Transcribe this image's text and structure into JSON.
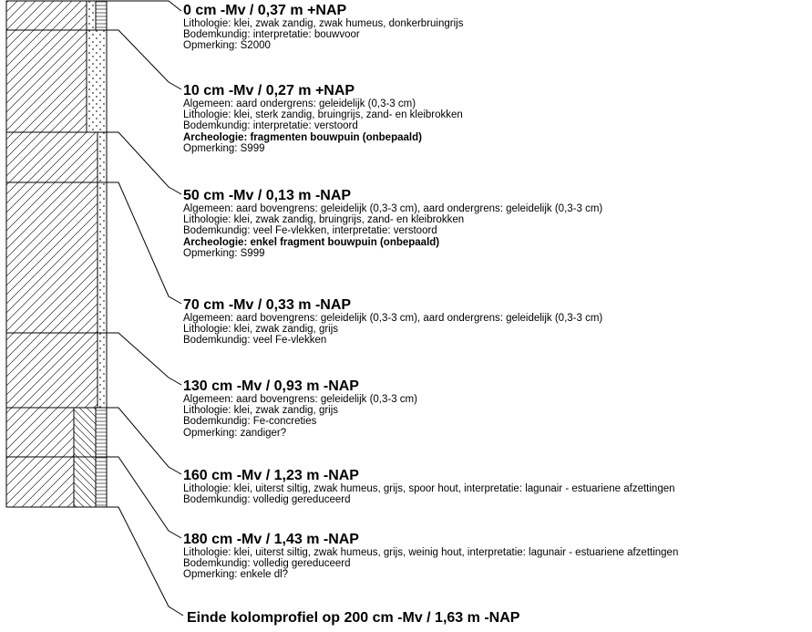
{
  "layers": [
    {
      "title": "0 cm -Mv / 0,37 m +NAP",
      "lines": [
        {
          "text": "Lithologie: klei, zwak zandig, zwak humeus, donkerbruingrijs",
          "bold": false
        },
        {
          "text": "Bodemkundig: interpretatie: bouwvoor",
          "bold": false
        },
        {
          "text": "Opmerking: S2000",
          "bold": false
        }
      ]
    },
    {
      "title": "10 cm -Mv / 0,27 m +NAP",
      "lines": [
        {
          "text": "Algemeen: aard ondergrens: geleidelijk (0,3-3 cm)",
          "bold": false
        },
        {
          "text": "Lithologie: klei, sterk zandig, bruingrijs, zand- en kleibrokken",
          "bold": false
        },
        {
          "text": "Bodemkundig: interpretatie: verstoord",
          "bold": false
        },
        {
          "text": "Archeologie: fragmenten bouwpuin (onbepaald)",
          "bold": true
        },
        {
          "text": "Opmerking: S999",
          "bold": false
        }
      ]
    },
    {
      "title": "50 cm -Mv / 0,13 m -NAP",
      "lines": [
        {
          "text": "Algemeen: aard bovengrens: geleidelijk (0,3-3 cm), aard ondergrens: geleidelijk (0,3-3 cm)",
          "bold": false
        },
        {
          "text": "Lithologie: klei, zwak zandig, bruingrijs, zand- en kleibrokken",
          "bold": false
        },
        {
          "text": "Bodemkundig: veel Fe-vlekken, interpretatie: verstoord",
          "bold": false
        },
        {
          "text": "Archeologie: enkel fragment bouwpuin (onbepaald)",
          "bold": true
        },
        {
          "text": "Opmerking: S999",
          "bold": false
        }
      ]
    },
    {
      "title": "70 cm -Mv / 0,33 m -NAP",
      "lines": [
        {
          "text": "Algemeen: aard bovengrens: geleidelijk (0,3-3 cm), aard ondergrens: geleidelijk (0,3-3 cm)",
          "bold": false
        },
        {
          "text": "Lithologie: klei, zwak zandig, grijs",
          "bold": false
        },
        {
          "text": "Bodemkundig: veel Fe-vlekken",
          "bold": false
        }
      ]
    },
    {
      "title": "130 cm -Mv / 0,93 m -NAP",
      "lines": [
        {
          "text": "Algemeen: aard bovengrens: geleidelijk (0,3-3 cm)",
          "bold": false
        },
        {
          "text": "Lithologie: klei, zwak zandig, grijs",
          "bold": false
        },
        {
          "text": "Bodemkundig: Fe-concreties",
          "bold": false
        },
        {
          "text": "Opmerking: zandiger?",
          "bold": false
        }
      ]
    },
    {
      "title": "160 cm -Mv / 1,23 m -NAP",
      "lines": [
        {
          "text": "Lithologie: klei, uiterst siltig, zwak humeus, grijs, spoor hout, interpretatie: lagunair - estuariene afzettingen",
          "bold": false
        },
        {
          "text": "Bodemkundig: volledig gereduceerd",
          "bold": false
        }
      ]
    },
    {
      "title": "180 cm -Mv / 1,43 m -NAP",
      "lines": [
        {
          "text": "Lithologie: klei, uiterst siltig, zwak humeus, grijs, weinig hout, interpretatie: lagunair - estuariene afzettingen",
          "bold": false
        },
        {
          "text": "Bodemkundig: volledig gereduceerd",
          "bold": false
        },
        {
          "text": "Opmerking: enkele dl?",
          "bold": false
        }
      ]
    }
  ],
  "end_label": "Einde kolomprofiel op 200 cm -Mv / 1,63 m -NAP"
}
